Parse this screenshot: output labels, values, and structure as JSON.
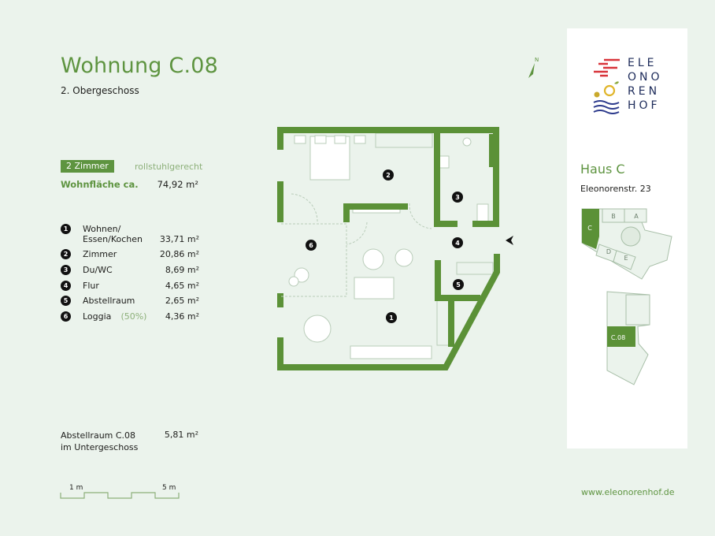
{
  "header": {
    "title": "Wohnung C.08",
    "floor": "2. Obergeschoss"
  },
  "summary": {
    "rooms_badge": "2 Zimmer",
    "accessibility": "rollstuhlgerecht",
    "living_area_label": "Wohnfläche ca.",
    "living_area_value": "74,92 m²"
  },
  "rooms": [
    {
      "num": "1",
      "label_line1": "Wohnen/",
      "label_line2": "Essen/Kochen",
      "area": "33,71 m²"
    },
    {
      "num": "2",
      "label": "Zimmer",
      "area": "20,86 m²"
    },
    {
      "num": "3",
      "label": "Du/WC",
      "area": "8,69 m²"
    },
    {
      "num": "4",
      "label": "Flur",
      "area": "4,65 m²"
    },
    {
      "num": "5",
      "label": "Abstellraum",
      "area": "2,65 m²"
    },
    {
      "num": "6",
      "label": "Loggia",
      "note": "(50%)",
      "area": "4,36 m²"
    }
  ],
  "storage": {
    "line1": "Abstellraum C.08",
    "line2": "im Untergeschoss",
    "area": "5,81 m²"
  },
  "scale": {
    "left": "1 m",
    "right": "5 m"
  },
  "compass": "N",
  "panel": {
    "logo": [
      "ELE",
      "ONO",
      "REN",
      "HOF"
    ],
    "house": "Haus C",
    "address": "Eleonorenstr. 23",
    "site_labels": [
      "A",
      "B",
      "C",
      "D",
      "E"
    ],
    "unit_label": "C.08"
  },
  "website": "www.eleonorenhof.de",
  "colors": {
    "accent": "#5e9440",
    "bg": "#ebf3ec"
  }
}
